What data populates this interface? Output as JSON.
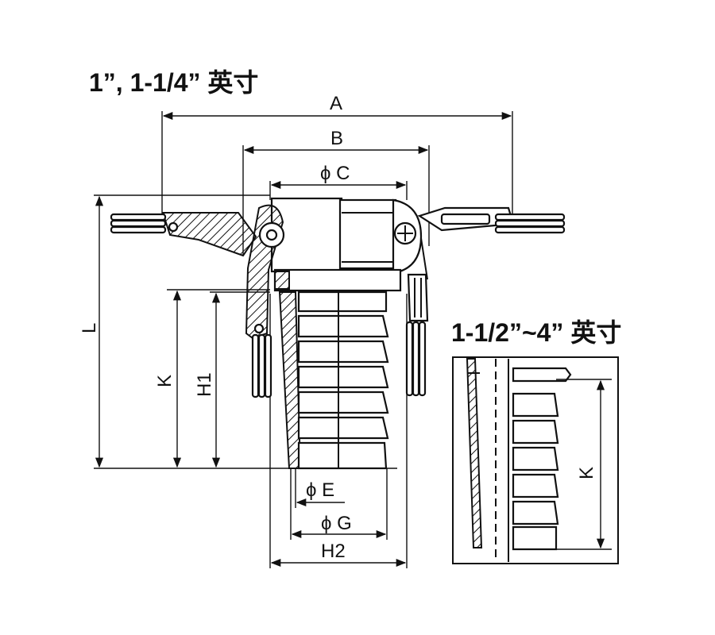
{
  "figure": {
    "title_small_sizes": "1”, 1-1/4” 英寸",
    "title_large_sizes": "1-1/2”~4” 英寸"
  },
  "dimensions": {
    "A": "A",
    "B": "B",
    "C": "ϕ C",
    "L": "L",
    "K": "K",
    "H1": "H1",
    "E": "ϕ E",
    "G": "ϕ G",
    "H2": "H2",
    "K_detail": "K"
  },
  "colors": {
    "line": "#111111",
    "background": "#ffffff"
  }
}
